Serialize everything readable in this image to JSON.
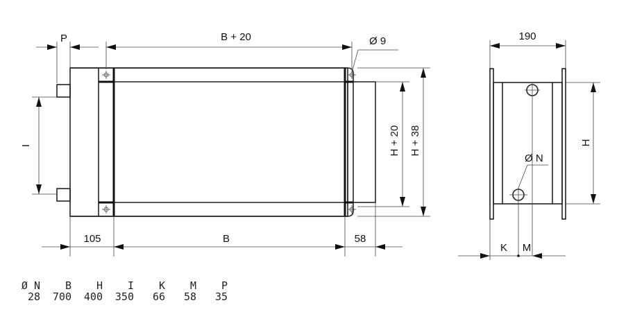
{
  "front_view": {
    "dim_P": "P",
    "dim_B20": "B + 20",
    "dim_hole": "Ø 9",
    "dim_I": "I",
    "dim_H20": "H + 20",
    "dim_H38": "H + 38",
    "dim_105": "105",
    "dim_B": "B",
    "dim_58": "58"
  },
  "side_view": {
    "dim_190": "190",
    "dim_H": "H",
    "dim_N": "Ø N",
    "dim_K": "K",
    "dim_M": "M"
  },
  "table": {
    "headers": [
      "Ø N",
      "B",
      "H",
      "I",
      "K",
      "M",
      "P"
    ],
    "values": [
      "28",
      "700",
      "400",
      "350",
      "66",
      "58",
      "35"
    ]
  }
}
